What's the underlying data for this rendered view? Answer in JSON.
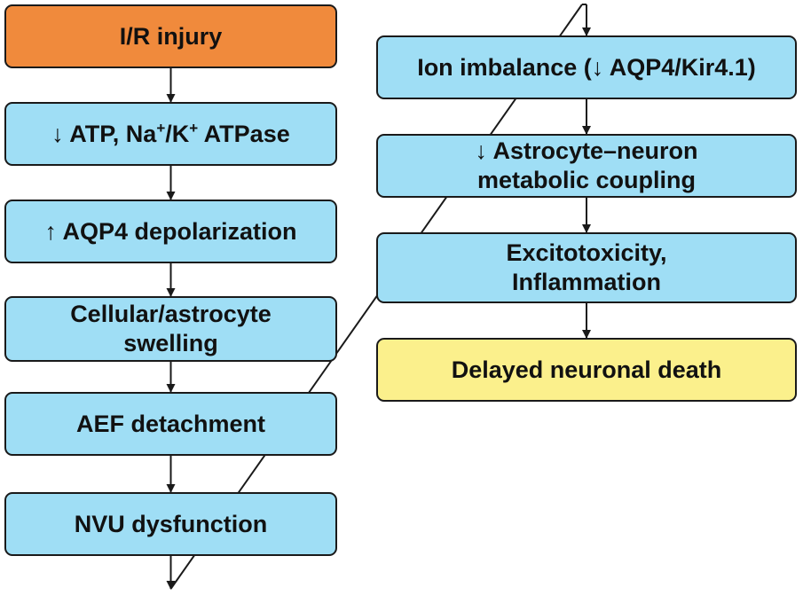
{
  "colors": {
    "start": "#f08a3c",
    "step": "#9fdef5",
    "end": "#fbf08c",
    "stroke": "#1a1a1a"
  },
  "left_column": [
    {
      "id": "ir-injury",
      "kind": "start",
      "lines": [
        "I/R injury"
      ]
    },
    {
      "id": "atp",
      "kind": "step",
      "parts": [
        "↓ ATP, Na",
        "+",
        "/K",
        "+",
        " ATPase"
      ]
    },
    {
      "id": "aqp4-depolarization",
      "kind": "step",
      "lines": [
        "↑ AQP4 depolarization"
      ]
    },
    {
      "id": "cellular-swelling",
      "kind": "step",
      "lines": [
        "Cellular/astrocyte",
        "swelling"
      ]
    },
    {
      "id": "aef-detachment",
      "kind": "step",
      "lines": [
        "AEF detachment"
      ]
    },
    {
      "id": "nvu-dysfunction",
      "kind": "step",
      "lines": [
        "NVU dysfunction"
      ]
    }
  ],
  "right_column": [
    {
      "id": "ion-imbalance",
      "kind": "step",
      "lines": [
        "Ion imbalance (↓ AQP4/Kir4.1)"
      ]
    },
    {
      "id": "metabolic-coupling",
      "kind": "step",
      "lines": [
        "↓ Astrocyte–neuron",
        "metabolic coupling"
      ]
    },
    {
      "id": "excitotoxicity",
      "kind": "step",
      "lines": [
        "Excitotoxicity,",
        "Inflammation"
      ]
    },
    {
      "id": "neuronal-death",
      "kind": "end",
      "lines": [
        "Delayed neuronal death"
      ]
    }
  ]
}
